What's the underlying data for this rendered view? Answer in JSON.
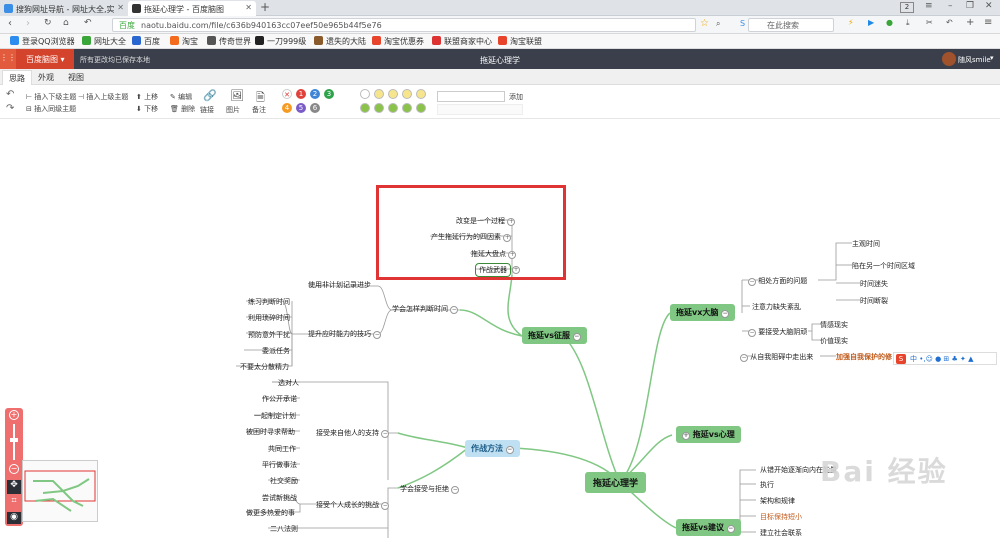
{
  "browser": {
    "tabs": [
      {
        "title": "搜狗网址导航 - 网址大全,实"
      },
      {
        "title": "拖延心理学 - 百度脑图"
      }
    ],
    "tab_count": "2",
    "url_prefix": "百度",
    "url": "naotu.baidu.com/file/c636b940163cc07eef50e965b44f5e76",
    "search_placeholder": "在此搜索",
    "bookmarks": [
      {
        "label": "登录QQ浏览器",
        "color": "#2d8cf0"
      },
      {
        "label": "网址大全",
        "color": "#3aa63a"
      },
      {
        "label": "百度",
        "color": "#2a66d0"
      },
      {
        "label": "淘宝",
        "color": "#f56b1e"
      },
      {
        "label": "传奇世界",
        "color": "#555"
      },
      {
        "label": "一刀999级",
        "color": "#222"
      },
      {
        "label": "遗失的大陆",
        "color": "#8b5a2b"
      },
      {
        "label": "淘宝优惠券",
        "color": "#e8432b"
      },
      {
        "label": "联盟商家中心",
        "color": "#d33"
      },
      {
        "label": "淘宝联盟",
        "color": "#e8432b"
      }
    ]
  },
  "app": {
    "brand": "百度脑图",
    "save_status": "所有更改均已保存本地",
    "doc_title": "拖延心理学",
    "user": "随风smile",
    "ribbon_tabs": [
      "思路",
      "外观",
      "视图"
    ],
    "toolbar": {
      "insert_child": "插入下级主题",
      "insert_parent": "插入上级主题",
      "insert_sibling": "插入同级主题",
      "move_up": "上移",
      "move_down": "下移",
      "edit": "编辑",
      "delete": "删除",
      "link": "链接",
      "image": "图片",
      "note": "备注",
      "add_label": "添加",
      "priorities": [
        "1",
        "2",
        "3",
        "4",
        "5",
        "6"
      ],
      "priority_colors": [
        "#e0413a",
        "#3f84d6",
        "#2fa34b",
        "#f59b23",
        "#7a5cc6",
        "#888"
      ]
    }
  },
  "mindmap": {
    "root": "拖延心理学",
    "left_top": {
      "selected": "作战武器",
      "items": [
        "改变是一个过程",
        "产生拖延行为的四因素",
        "拖延大盘点"
      ]
    },
    "zhengfu": "拖延vs征服",
    "ruhe": "学会怎样判断时间",
    "jihua": "使用非计划记录进步",
    "tisheng": "提升应时能力的技巧",
    "tisheng_items": [
      "练习判断时间",
      "利用琐碎时间",
      "预防意外干扰",
      "委派任务",
      "不要太分散精力"
    ],
    "zuozhan": "作战方法",
    "jieshou": "学会接受与拒绝",
    "zhichi": "接受来自他人的支持",
    "zhichi_items": [
      "选对人",
      "作公开承诺",
      "一起制定计划",
      "被困时寻求帮助",
      "共同工作",
      "平行做事法",
      "社交奖励"
    ],
    "chengzhang": "接受个人成长的挑战",
    "chengzhang_items": [
      "尝试新挑战",
      "做更多热爱的事"
    ],
    "erba": "二八法则",
    "vx": "拖延vx大脑",
    "vx_items": [
      "相处方面的问题",
      "注意力缺失紊乱",
      "要接受大脑阴顽",
      "从自我阻碍中走出来"
    ],
    "shijian": [
      "主观时间",
      "陷在另一个时间区域",
      "时间迷失",
      "时间断裂"
    ],
    "yin": [
      "情感现实",
      "价值现实"
    ],
    "zibao": "加强自我保护的修",
    "xinli": "拖延vs心理",
    "jianyi": "拖延vs建议",
    "jianyi_items": [
      "从错开始逐渐向内在能量",
      "执行",
      "架构和规律",
      "目标保持短小",
      "建立社会联系"
    ]
  },
  "watermark": "Bai 经验"
}
